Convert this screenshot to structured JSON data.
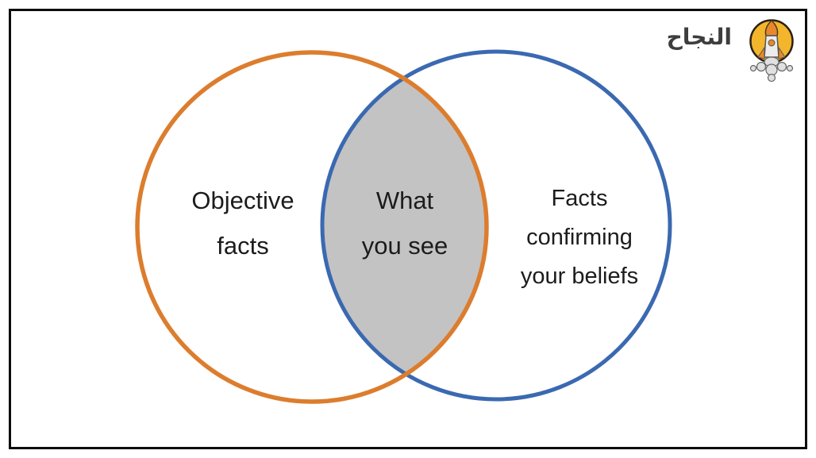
{
  "page": {
    "background_color": "#ffffff",
    "frame_border_color": "#0d0d0d"
  },
  "venn": {
    "left_circle": {
      "label_lines": [
        "Objective",
        "facts"
      ],
      "color": "#DC7D2E"
    },
    "right_circle": {
      "label_lines": [
        "Facts",
        "confirming",
        "your beliefs"
      ],
      "color": "#3B69B1"
    },
    "intersection": {
      "label_lines": [
        "What",
        "you see"
      ],
      "fill": "#C3C3C4"
    },
    "text_color": "#1c1c1c"
  },
  "logo": {
    "text": "النجاح",
    "icon": "rocket-in-circle-icon",
    "circle_color": "#F2B52B",
    "rocket_nose_color": "#E8872E",
    "rocket_body_color": "#ECECEC",
    "smoke_color": "#E0E0E0",
    "text_color": "#3d3d3d"
  }
}
